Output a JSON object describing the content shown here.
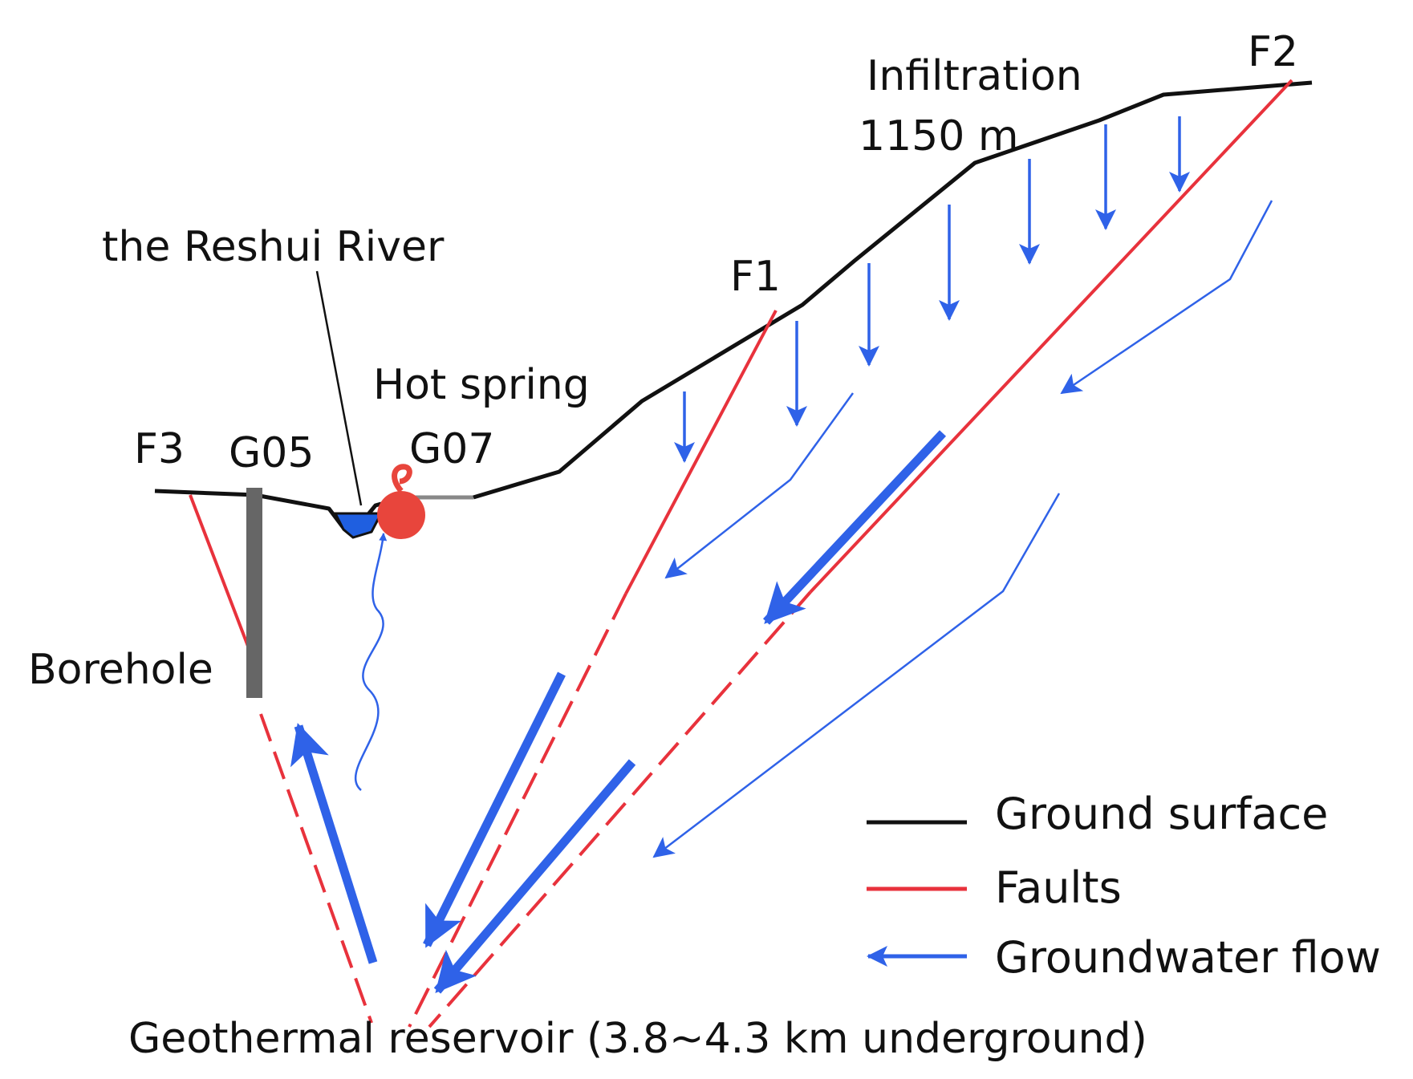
{
  "labels": {
    "infiltration": "Infiltration",
    "elevation": "1150 m",
    "f1": "F1",
    "f2": "F2",
    "f3": "F3",
    "g05": "G05",
    "g07": "G07",
    "river": "the Reshui River",
    "hot_spring": "Hot spring",
    "borehole": "Borehole",
    "reservoir": "Geothermal reservoir (3.8~4.3 km underground)"
  },
  "legend": {
    "items": [
      {
        "label": "Ground surface",
        "color": "#111111",
        "icon": "line-icon"
      },
      {
        "label": "Faults",
        "color": "#e8323c",
        "icon": "line-icon"
      },
      {
        "label": "Groundwater flow",
        "color": "#2f62e8",
        "icon": "arrow-icon"
      }
    ]
  },
  "colors": {
    "ground": "#111111",
    "fault": "#e8323c",
    "flow": "#2f62e8",
    "borehole": "#666666",
    "river": "#1f5fe0",
    "spring": "#e8453c"
  }
}
